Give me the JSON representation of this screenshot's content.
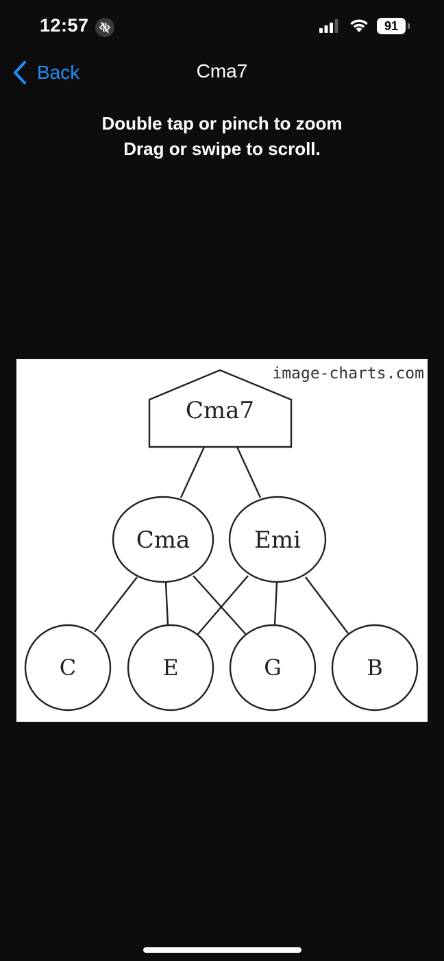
{
  "status_bar": {
    "time": "12:57",
    "focus_icon": "focus-mode-icon",
    "signal_icon": "cellular-signal-icon",
    "wifi_icon": "wifi-icon",
    "battery_level": "91"
  },
  "nav": {
    "back_label": "Back",
    "back_icon": "chevron-left-icon",
    "title": "Cma7",
    "accent_color": "#1f8efa"
  },
  "instructions": {
    "line1": "Double tap or pinch to zoom",
    "line2": "Drag or swipe to scroll."
  },
  "diagram": {
    "watermark": "image-charts.com",
    "root": {
      "label": "Cma7",
      "shape": "house"
    },
    "triads": [
      {
        "label": "Cma",
        "shape": "ellipse"
      },
      {
        "label": "Emi",
        "shape": "ellipse"
      }
    ],
    "notes": [
      {
        "label": "C",
        "shape": "circle"
      },
      {
        "label": "E",
        "shape": "circle"
      },
      {
        "label": "G",
        "shape": "circle"
      },
      {
        "label": "B",
        "shape": "circle"
      }
    ],
    "edges": [
      {
        "from": "Cma7",
        "to": "Cma"
      },
      {
        "from": "Cma7",
        "to": "Emi"
      },
      {
        "from": "Cma",
        "to": "C"
      },
      {
        "from": "Cma",
        "to": "E"
      },
      {
        "from": "Cma",
        "to": "G"
      },
      {
        "from": "Emi",
        "to": "E"
      },
      {
        "from": "Emi",
        "to": "G"
      },
      {
        "from": "Emi",
        "to": "B"
      }
    ]
  }
}
